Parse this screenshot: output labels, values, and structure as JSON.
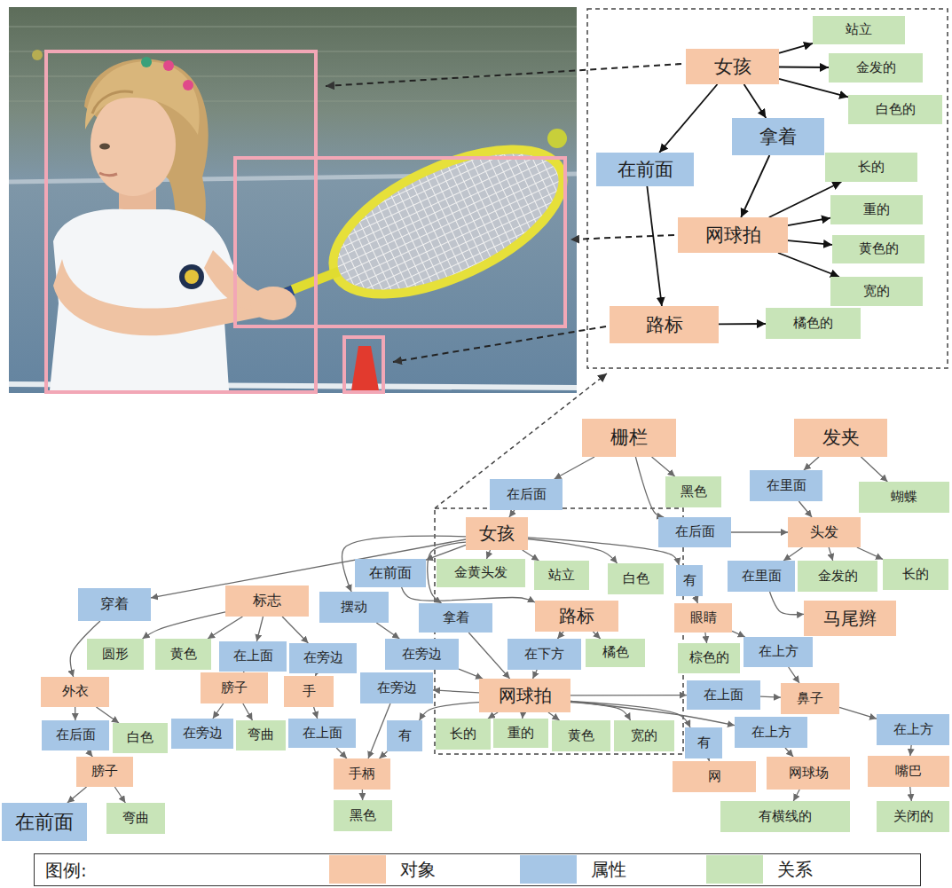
{
  "diagram": {
    "nodes": [
      {
        "text": [
          "女孩"
        ]
      },
      {
        "text": [
          "站立"
        ]
      },
      {
        "text": [
          "金发的"
        ]
      },
      {
        "text": [
          "白色的"
        ]
      },
      {
        "text": [
          "拿着"
        ]
      },
      {
        "text": [
          "在前面"
        ]
      },
      {
        "text": [
          "长的"
        ]
      },
      {
        "text": [
          "网球拍"
        ]
      },
      {
        "text": [
          "重的"
        ]
      },
      {
        "text": [
          "黄色的"
        ]
      },
      {
        "text": [
          "宽的"
        ]
      },
      {
        "text": [
          "路标"
        ]
      },
      {
        "text": [
          "橘色的"
        ]
      },
      {
        "text": [
          "栅栏"
        ]
      },
      {
        "text": [
          "发夹"
        ]
      },
      {
        "text": [
          "在后面"
        ]
      },
      {
        "text": [
          "黑色"
        ]
      },
      {
        "text": [
          "在里面"
        ]
      },
      {
        "text": [
          "蝴蝶"
        ]
      },
      {
        "text": [
          "女孩"
        ]
      },
      {
        "text": [
          "在后面"
        ]
      },
      {
        "text": [
          "头发"
        ]
      },
      {
        "text": [
          "在前面"
        ]
      },
      {
        "text": [
          "金黄头发"
        ]
      },
      {
        "text": [
          "站立"
        ]
      },
      {
        "text": [
          "白色"
        ]
      },
      {
        "text": [
          "有"
        ]
      },
      {
        "text": [
          "在里面"
        ]
      },
      {
        "text": [
          "金发的"
        ]
      },
      {
        "text": [
          "长的"
        ]
      },
      {
        "text": [
          "穿着"
        ]
      },
      {
        "text": [
          "标志"
        ]
      },
      {
        "text": [
          "摆动"
        ]
      },
      {
        "text": [
          "拿着"
        ]
      },
      {
        "text": [
          "路标"
        ]
      },
      {
        "text": [
          "眼睛"
        ]
      },
      {
        "text": [
          "马尾辫"
        ]
      },
      {
        "text": [
          "圆形"
        ]
      },
      {
        "text": [
          "黄色"
        ]
      },
      {
        "text": [
          "在上面"
        ]
      },
      {
        "text": [
          "在旁边"
        ]
      },
      {
        "text": [
          "在旁边"
        ]
      },
      {
        "text": [
          "在下方"
        ]
      },
      {
        "text": [
          "橘色"
        ]
      },
      {
        "text": [
          "棕色的"
        ]
      },
      {
        "text": [
          "在上方"
        ]
      },
      {
        "text": [
          "外衣"
        ]
      },
      {
        "text": [
          "膀子"
        ]
      },
      {
        "text": [
          "手"
        ]
      },
      {
        "text": [
          "在旁边"
        ]
      },
      {
        "text": [
          "网球拍"
        ]
      },
      {
        "text": [
          "在上面"
        ]
      },
      {
        "text": [
          "鼻子"
        ]
      },
      {
        "text": [
          "在后面"
        ]
      },
      {
        "text": [
          "白色"
        ]
      },
      {
        "text": [
          "在旁边"
        ]
      },
      {
        "text": [
          "弯曲"
        ]
      },
      {
        "text": [
          "在上面"
        ]
      },
      {
        "text": [
          "有"
        ]
      },
      {
        "text": [
          "长的"
        ]
      },
      {
        "text": [
          "重的"
        ]
      },
      {
        "text": [
          "黄色"
        ]
      },
      {
        "text": [
          "宽的"
        ]
      },
      {
        "text": [
          "有"
        ]
      },
      {
        "text": [
          "在上方"
        ]
      },
      {
        "text": [
          "在上方"
        ]
      },
      {
        "text": [
          "膀子"
        ]
      },
      {
        "text": [
          "手柄"
        ]
      },
      {
        "text": [
          "网"
        ]
      },
      {
        "text": [
          "网球场"
        ]
      },
      {
        "text": [
          "嘴巴"
        ]
      },
      {
        "text": [
          "在前面"
        ]
      },
      {
        "text": [
          "弯曲"
        ]
      },
      {
        "text": [
          "黑色"
        ]
      },
      {
        "text": [
          "有横线的"
        ]
      },
      {
        "text": [
          "关闭的"
        ]
      }
    ],
    "edges": [
      {
        "from": 0,
        "to": 1,
        "arrow": "to"
      },
      {
        "from": 0,
        "to": 2,
        "arrow": "to"
      },
      {
        "from": 0,
        "to": 3,
        "arrow": "to"
      },
      {
        "from": 0,
        "to": 4,
        "arrow": "to"
      },
      {
        "from": 0,
        "to": 5,
        "arrow": "to"
      },
      {
        "from": 4,
        "to": 7,
        "arrow": "to"
      },
      {
        "from": 5,
        "to": 11,
        "arrow": "to"
      },
      {
        "from": 7,
        "to": 6,
        "arrow": "to"
      },
      {
        "from": 7,
        "to": 8,
        "arrow": "to"
      },
      {
        "from": 7,
        "to": 9,
        "arrow": "to"
      },
      {
        "from": 7,
        "to": 10,
        "arrow": "to"
      },
      {
        "from": 11,
        "to": 12,
        "arrow": "to"
      },
      {
        "from": 13,
        "to": 15,
        "arrow": "to"
      },
      {
        "from": 15,
        "to": 19,
        "arrow": "to"
      },
      {
        "from": 13,
        "to": 16,
        "arrow": "to"
      },
      {
        "from": 13,
        "to": 20,
        "arrow": "to"
      },
      {
        "from": 20,
        "to": 21,
        "arrow": "to"
      },
      {
        "from": 14,
        "to": 17,
        "arrow": "to"
      },
      {
        "from": 17,
        "to": 21,
        "arrow": "to"
      },
      {
        "from": 14,
        "to": 18,
        "arrow": "to"
      },
      {
        "from": 21,
        "to": 28,
        "arrow": "to"
      },
      {
        "from": 21,
        "to": 29,
        "arrow": "to"
      },
      {
        "from": 21,
        "to": 27,
        "arrow": "to"
      },
      {
        "from": 27,
        "to": 36,
        "arrow": "to"
      },
      {
        "from": 19,
        "to": 23,
        "arrow": "to"
      },
      {
        "from": 19,
        "to": 24,
        "arrow": "to"
      },
      {
        "from": 19,
        "to": 25,
        "arrow": "to"
      },
      {
        "from": 19,
        "to": 22,
        "arrow": "to"
      },
      {
        "from": 22,
        "to": 34,
        "arrow": "to"
      },
      {
        "from": 19,
        "to": 33,
        "arrow": "to"
      },
      {
        "from": 33,
        "to": 50,
        "arrow": "to"
      },
      {
        "from": 19,
        "to": 30,
        "arrow": "to"
      },
      {
        "from": 30,
        "to": 46,
        "arrow": "to"
      },
      {
        "from": 19,
        "to": 32,
        "arrow": "to"
      },
      {
        "from": 32,
        "to": 41,
        "arrow": "to"
      },
      {
        "from": 41,
        "to": 50,
        "arrow": "to"
      },
      {
        "from": 19,
        "to": 26,
        "arrow": "to"
      },
      {
        "from": 26,
        "to": 35,
        "arrow": "to"
      },
      {
        "from": 35,
        "to": 44,
        "arrow": "to"
      },
      {
        "from": 35,
        "to": 45,
        "arrow": "to"
      },
      {
        "from": 45,
        "to": 52,
        "arrow": "to"
      },
      {
        "from": 52,
        "to": 65,
        "arrow": "to"
      },
      {
        "from": 65,
        "to": 70,
        "arrow": "to"
      },
      {
        "from": 70,
        "to": 75,
        "arrow": "to"
      },
      {
        "from": 31,
        "to": 37,
        "arrow": "to"
      },
      {
        "from": 31,
        "to": 38,
        "arrow": "to"
      },
      {
        "from": 31,
        "to": 39,
        "arrow": "to"
      },
      {
        "from": 39,
        "to": 47,
        "arrow": "to"
      },
      {
        "from": 31,
        "to": 40,
        "arrow": "to"
      },
      {
        "from": 40,
        "to": 48,
        "arrow": "to"
      },
      {
        "from": 46,
        "to": 53,
        "arrow": "to"
      },
      {
        "from": 53,
        "to": 66,
        "arrow": "to"
      },
      {
        "from": 46,
        "to": 54,
        "arrow": "to"
      },
      {
        "from": 66,
        "to": 71,
        "arrow": "to"
      },
      {
        "from": 66,
        "to": 72,
        "arrow": "to"
      },
      {
        "from": 47,
        "to": 55,
        "arrow": "to"
      },
      {
        "from": 47,
        "to": 56,
        "arrow": "to"
      },
      {
        "from": 48,
        "to": 57,
        "arrow": "to"
      },
      {
        "from": 57,
        "to": 67,
        "arrow": "to"
      },
      {
        "from": 67,
        "to": 73,
        "arrow": "to"
      },
      {
        "from": 50,
        "to": 49,
        "arrow": "to"
      },
      {
        "from": 49,
        "to": 67,
        "arrow": "to"
      },
      {
        "from": 34,
        "to": 42,
        "arrow": "to"
      },
      {
        "from": 42,
        "to": 50,
        "arrow": "to"
      },
      {
        "from": 34,
        "to": 43,
        "arrow": "to"
      },
      {
        "from": 50,
        "to": 51,
        "arrow": "to"
      },
      {
        "from": 51,
        "to": 52,
        "arrow": "to"
      },
      {
        "from": 50,
        "to": 58,
        "arrow": "to"
      },
      {
        "from": 58,
        "to": 67,
        "arrow": "to"
      },
      {
        "from": 50,
        "to": 59,
        "arrow": "to"
      },
      {
        "from": 50,
        "to": 60,
        "arrow": "to"
      },
      {
        "from": 50,
        "to": 61,
        "arrow": "to"
      },
      {
        "from": 50,
        "to": 62,
        "arrow": "to"
      },
      {
        "from": 50,
        "to": 63,
        "arrow": "to"
      },
      {
        "from": 63,
        "to": 68,
        "arrow": "to"
      },
      {
        "from": 50,
        "to": 64,
        "arrow": "to"
      },
      {
        "from": 64,
        "to": 69,
        "arrow": "to"
      },
      {
        "from": 69,
        "to": 74,
        "arrow": "to"
      }
    ],
    "labels": [
      "图例:"
    ],
    "legend": [
      {
        "text": "对象",
        "color": "#f7c7a7"
      },
      {
        "text": "属性",
        "color": "#a6c6e6"
      },
      {
        "text": "关系",
        "color": "#c8e4b8"
      }
    ]
  }
}
